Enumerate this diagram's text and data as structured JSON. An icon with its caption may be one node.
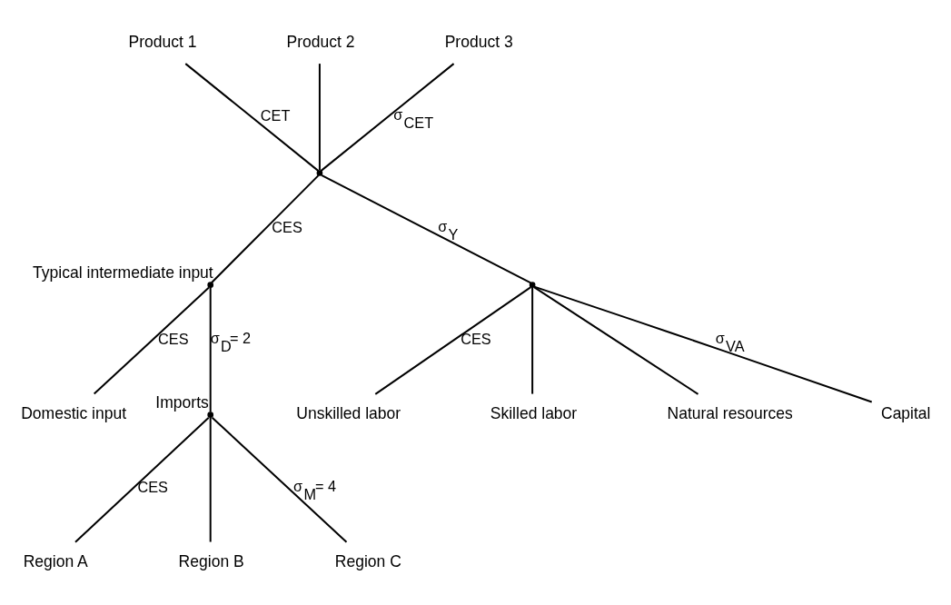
{
  "diagram": {
    "nodes": [
      {
        "text": [
          "Product 1"
        ]
      },
      {
        "text": [
          "Product 2"
        ]
      },
      {
        "text": [
          "Product 3"
        ]
      },
      {
        "text": [],
        "shape": "point"
      },
      {
        "text": [],
        "shape": "point",
        "beside": [
          "Typical intermediate input"
        ]
      },
      {
        "text": [],
        "shape": "point"
      },
      {
        "text": [
          "Domestic input"
        ]
      },
      {
        "text": [],
        "shape": "point",
        "beside": [
          "Imports"
        ]
      },
      {
        "text": [
          "Unskilled labor"
        ]
      },
      {
        "text": [
          "Skilled labor"
        ]
      },
      {
        "text": [
          "Natural resources"
        ]
      },
      {
        "text": [
          "Capital"
        ]
      },
      {
        "text": [
          "Region A"
        ]
      },
      {
        "text": [
          "Region B"
        ]
      },
      {
        "text": [
          "Region C"
        ]
      }
    ],
    "edges": [
      {
        "from": 0,
        "to": 3,
        "arrow": "none",
        "label": "CET"
      },
      {
        "from": 1,
        "to": 3,
        "arrow": "none"
      },
      {
        "from": 2,
        "to": 3,
        "arrow": "none",
        "label": "σ$_{CET}$"
      },
      {
        "from": 3,
        "to": 4,
        "arrow": "none",
        "label": "CES"
      },
      {
        "from": 3,
        "to": 5,
        "arrow": "none",
        "label": "σ$_{Y}$"
      },
      {
        "from": 4,
        "to": 6,
        "arrow": "none",
        "label": "CES"
      },
      {
        "from": 4,
        "to": 7,
        "arrow": "none",
        "label": "σ$_{D}$= 2"
      },
      {
        "from": 5,
        "to": 8,
        "arrow": "none",
        "label": "CES"
      },
      {
        "from": 5,
        "to": 9,
        "arrow": "none"
      },
      {
        "from": 5,
        "to": 10,
        "arrow": "none"
      },
      {
        "from": 5,
        "to": 11,
        "arrow": "none",
        "label": "σ$_{VA}$"
      },
      {
        "from": 7,
        "to": 12,
        "arrow": "none",
        "label": "CES"
      },
      {
        "from": 7,
        "to": 13,
        "arrow": "none"
      },
      {
        "from": 7,
        "to": 14,
        "arrow": "none",
        "label": "σ$_{M}$= 4"
      }
    ]
  }
}
